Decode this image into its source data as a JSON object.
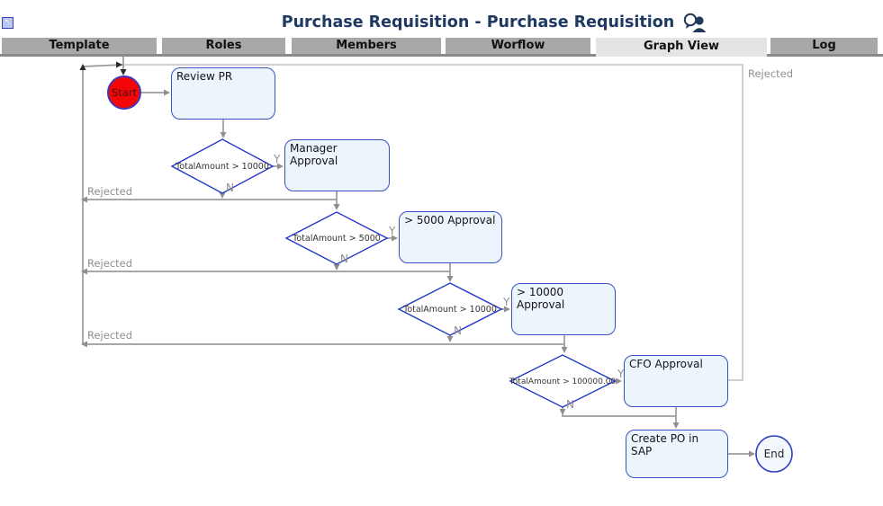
{
  "window": {
    "title": "Purchase Requisition - Purchase Requisition",
    "back_button_glyph": "↖"
  },
  "tabs": [
    {
      "label": "Template",
      "active": false
    },
    {
      "label": "Roles",
      "active": false
    },
    {
      "label": "Members",
      "active": false
    },
    {
      "label": "Worflow",
      "active": false
    },
    {
      "label": "Graph View",
      "active": true
    },
    {
      "label": "Log",
      "active": false
    }
  ],
  "graph": {
    "start": {
      "label": "Start"
    },
    "end": {
      "label": "End"
    },
    "nodes": [
      {
        "id": "review-pr",
        "label": "Review PR"
      },
      {
        "id": "manager-approval",
        "label": "Manager Approval"
      },
      {
        "id": "gt5000-approval",
        "label": "> 5000 Approval"
      },
      {
        "id": "gt10000-approval",
        "label": "> 10000 Approval"
      },
      {
        "id": "cfo-approval",
        "label": "CFO Approval"
      },
      {
        "id": "create-po-in-sap",
        "label": "Create PO in SAP"
      }
    ],
    "decisions": [
      {
        "id": "d1",
        "label": "TotalAmount > 10000"
      },
      {
        "id": "d2",
        "label": "TotalAmount > 5000"
      },
      {
        "id": "d3",
        "label": "TotalAmount > 10000"
      },
      {
        "id": "d4",
        "label": "TotalAmount > 100000.00"
      }
    ],
    "edge_labels": {
      "yes": "Y",
      "no": "N",
      "rejected": "Rejected"
    },
    "colors": {
      "node_fill": "#ecf4fc",
      "node_border": "#3a52c6",
      "diamond_border": "#2336c8",
      "start_fill": "#f40606",
      "edge": "#9b9b9b",
      "edge_light": "#c9c9c9",
      "label_gray": "#8f8f8f",
      "title": "#1e3a63",
      "tab_inactive": "#a8a8a8",
      "tab_active": "#e4e4e4"
    }
  }
}
